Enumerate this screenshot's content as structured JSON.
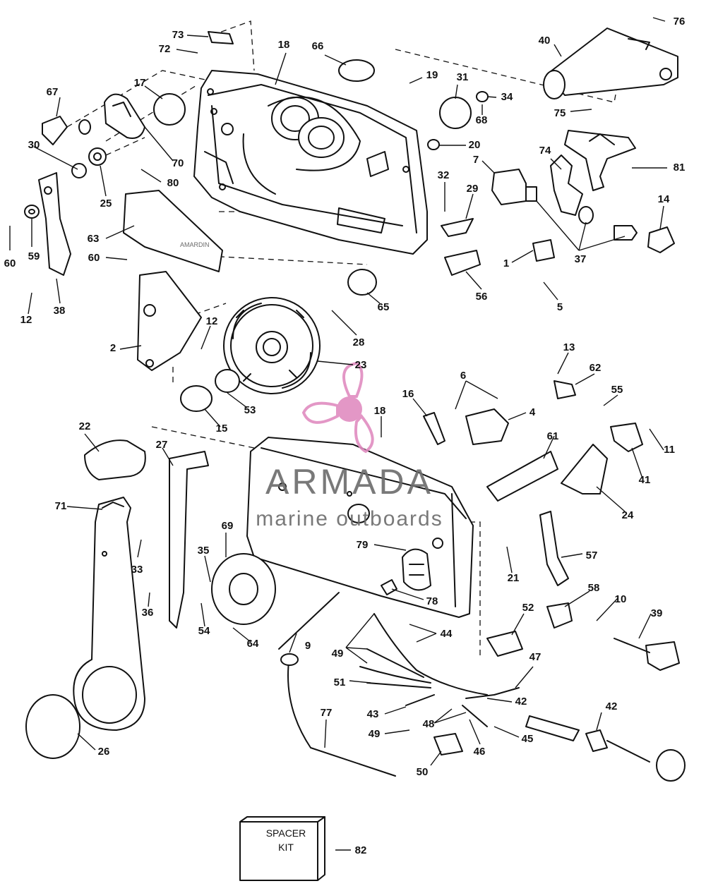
{
  "watermark": {
    "brand": "ARMADA",
    "tagline": "marine outboards",
    "logo_color": "#e08cc0"
  },
  "spacer_kit": {
    "line1": "SPACER",
    "line2": "KIT"
  },
  "decal_text": "AMARDIN",
  "callouts": [
    "73",
    "72",
    "18",
    "66",
    "19",
    "31",
    "34",
    "68",
    "76",
    "40",
    "75",
    "67",
    "17",
    "70",
    "30",
    "25",
    "80",
    "20",
    "7",
    "32",
    "29",
    "74",
    "81",
    "14",
    "63",
    "60",
    "59",
    "60b",
    "37",
    "1",
    "56",
    "5",
    "38",
    "12",
    "65",
    "28",
    "2",
    "12b",
    "23",
    "13",
    "62",
    "6",
    "16",
    "4",
    "55",
    "11",
    "53",
    "15",
    "22",
    "27",
    "18b",
    "61",
    "41",
    "24",
    "71",
    "33",
    "35",
    "79",
    "57",
    "21",
    "36",
    "54",
    "64",
    "69",
    "78",
    "58",
    "10",
    "39",
    "52",
    "44",
    "49",
    "9",
    "47",
    "51",
    "42",
    "43",
    "48",
    "45",
    "49b",
    "46",
    "50",
    "77",
    "42b",
    "26",
    "82"
  ]
}
